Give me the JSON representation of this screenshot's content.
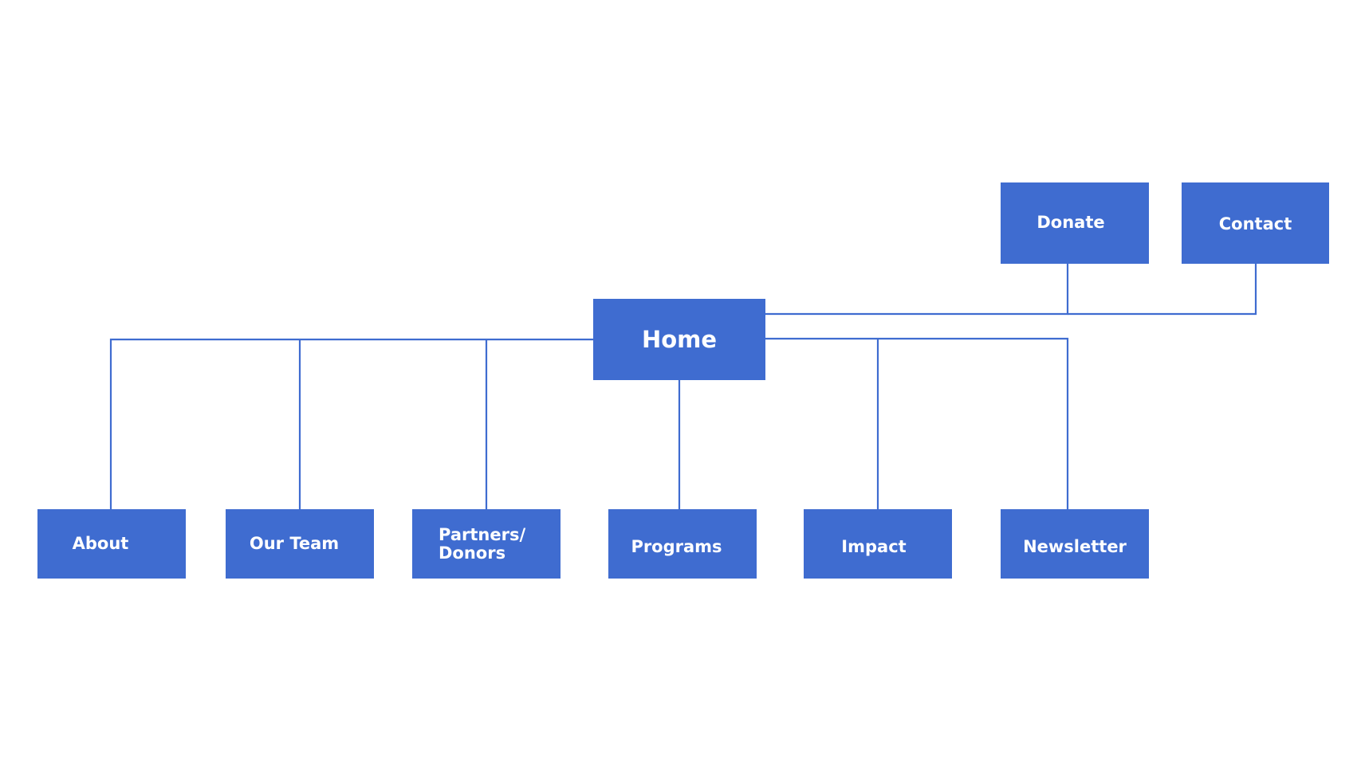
{
  "diagram": {
    "colors": {
      "node_fill": "#3f6cd0",
      "node_text": "#ffffff",
      "connector": "#3f6cd0",
      "background": "#ffffff"
    },
    "nodes": {
      "home": "Home",
      "donate": "Donate",
      "contact": "Contact",
      "about": "About",
      "our_team": "Our Team",
      "partners_donors": "Partners/\nDonors",
      "programs": "Programs",
      "impact": "Impact",
      "newsletter": "Newsletter"
    },
    "edges": [
      [
        "home",
        "donate"
      ],
      [
        "home",
        "contact"
      ],
      [
        "home",
        "about"
      ],
      [
        "home",
        "our_team"
      ],
      [
        "home",
        "partners_donors"
      ],
      [
        "home",
        "programs"
      ],
      [
        "home",
        "impact"
      ],
      [
        "home",
        "newsletter"
      ]
    ]
  }
}
